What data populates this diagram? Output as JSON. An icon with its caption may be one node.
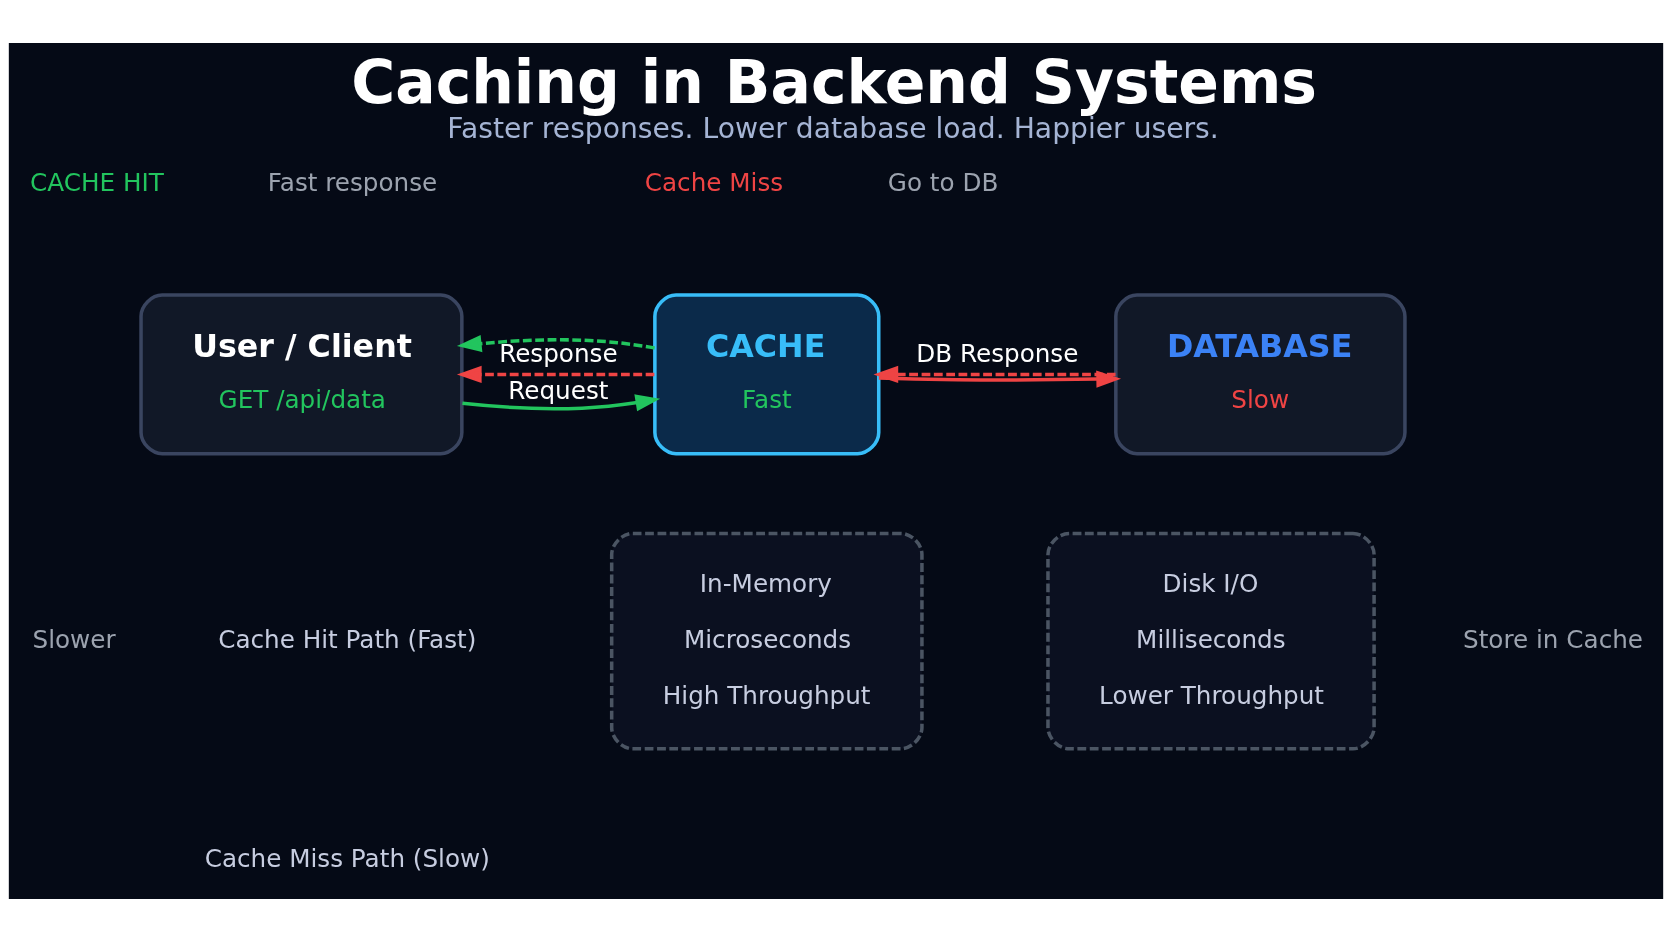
{
  "diagram": {
    "title": "Caching in Backend Systems",
    "caption": "Faster responses. Lower database load. Happier users.",
    "nodes": [
      {
        "text": [
          "User / Client",
          "GET /api/data"
        ]
      },
      {
        "text": [
          "CACHE",
          "Fast"
        ]
      },
      {
        "text": [
          "DATABASE",
          "Slow"
        ]
      },
      {
        "text": [
          "In-Memory",
          "Microseconds",
          "High Throughput"
        ]
      },
      {
        "text": [
          "Disk I/O",
          "Milliseconds",
          "Lower Throughput"
        ]
      }
    ],
    "edges": [
      {
        "from": 0,
        "to": 1,
        "arrow": "to",
        "label": "Request",
        "color": "#22c55e"
      },
      {
        "from": 1,
        "to": 0,
        "arrow": "to",
        "style": "dashed",
        "color": "#22c55e"
      },
      {
        "from": 1,
        "to": 0,
        "arrow": "to",
        "style": "dashed",
        "label": "Response",
        "color": "#ef4444"
      },
      {
        "from": 1,
        "to": 2,
        "arrow": "to",
        "color": "#ef4444"
      },
      {
        "from": 2,
        "to": 1,
        "arrow": "to",
        "style": "dashed",
        "label": "DB Response",
        "color": "#ef4444"
      }
    ],
    "labels": [
      "CACHE HIT",
      "Fast response",
      "Cache Miss",
      "Go to DB",
      "Slower",
      "Store in Cache"
    ],
    "legend": [
      {
        "text": "Cache Hit Path (Fast)"
      },
      {
        "text": "Cache Miss Path (Slow)"
      }
    ]
  }
}
